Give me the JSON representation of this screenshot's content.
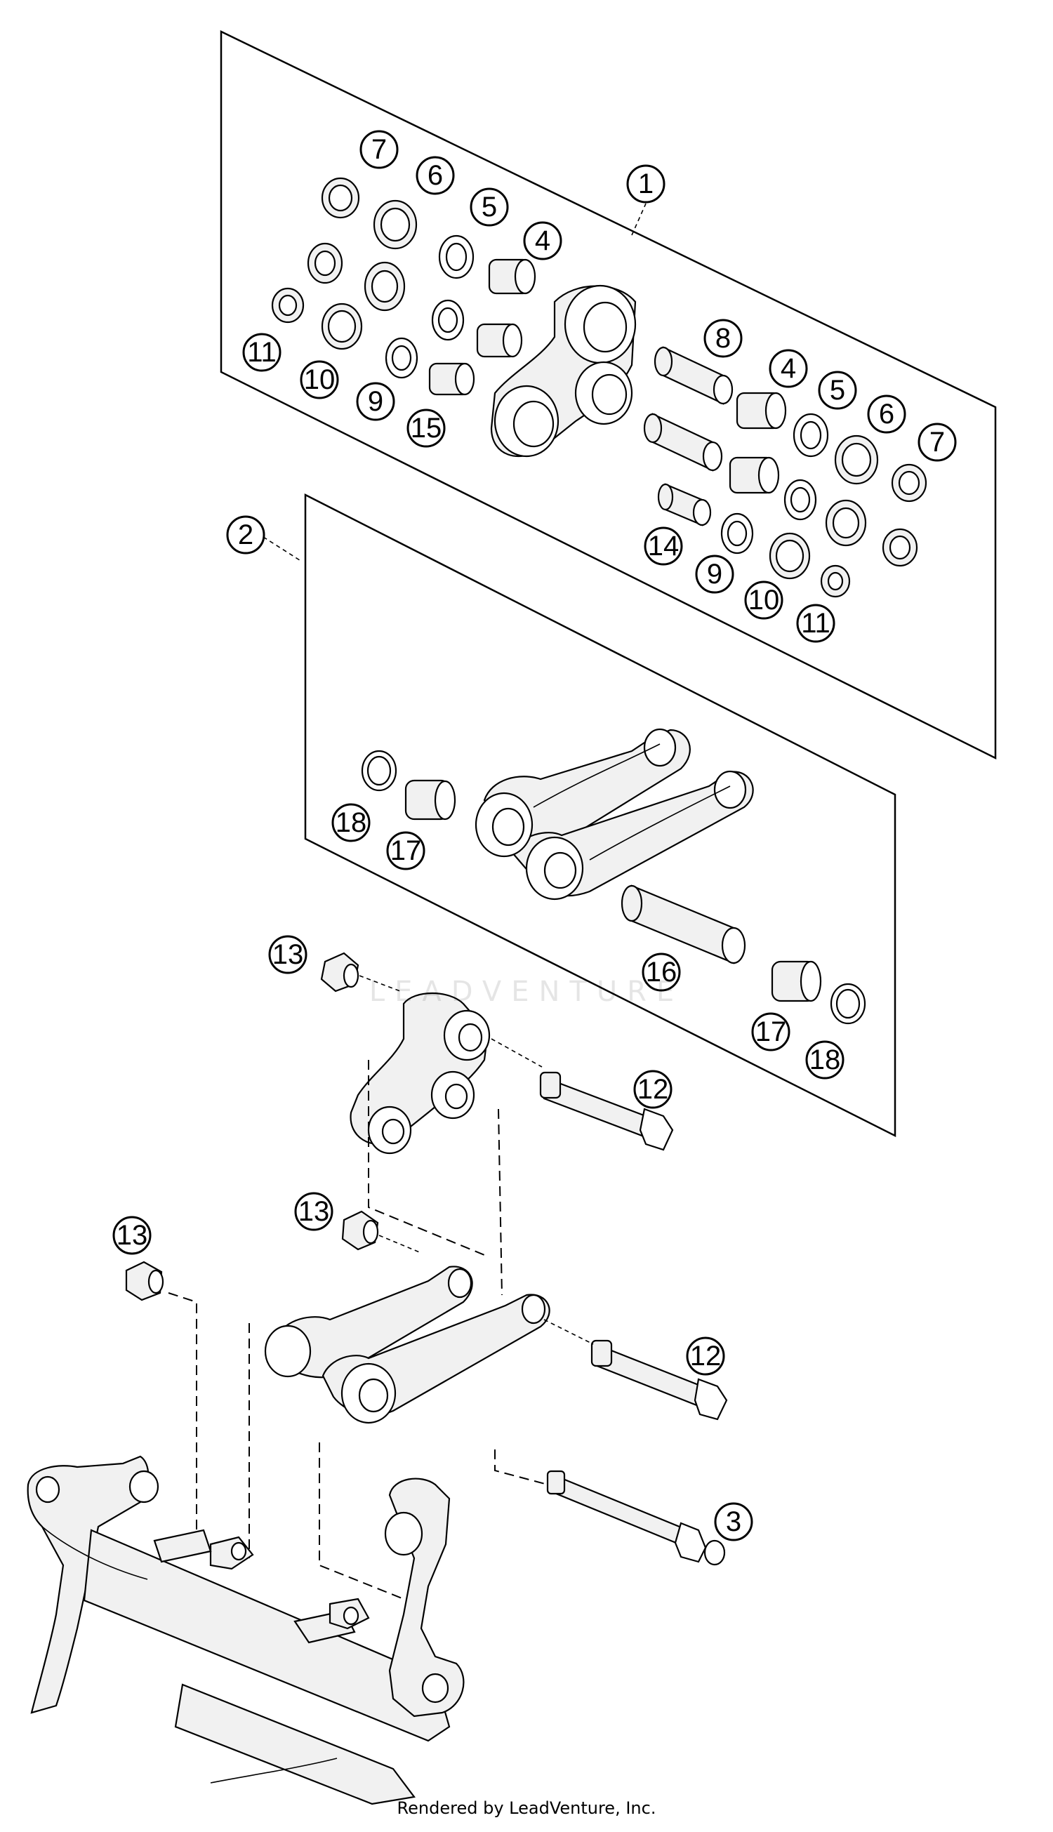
{
  "callouts": [
    "1",
    "2",
    "3",
    "4",
    "5",
    "6",
    "7",
    "8",
    "9",
    "10",
    "11",
    "12",
    "13",
    "14",
    "15",
    "16",
    "17",
    "18"
  ],
  "watermark": "LEADVENTURE",
  "footer": "Rendered by LeadVenture, Inc."
}
